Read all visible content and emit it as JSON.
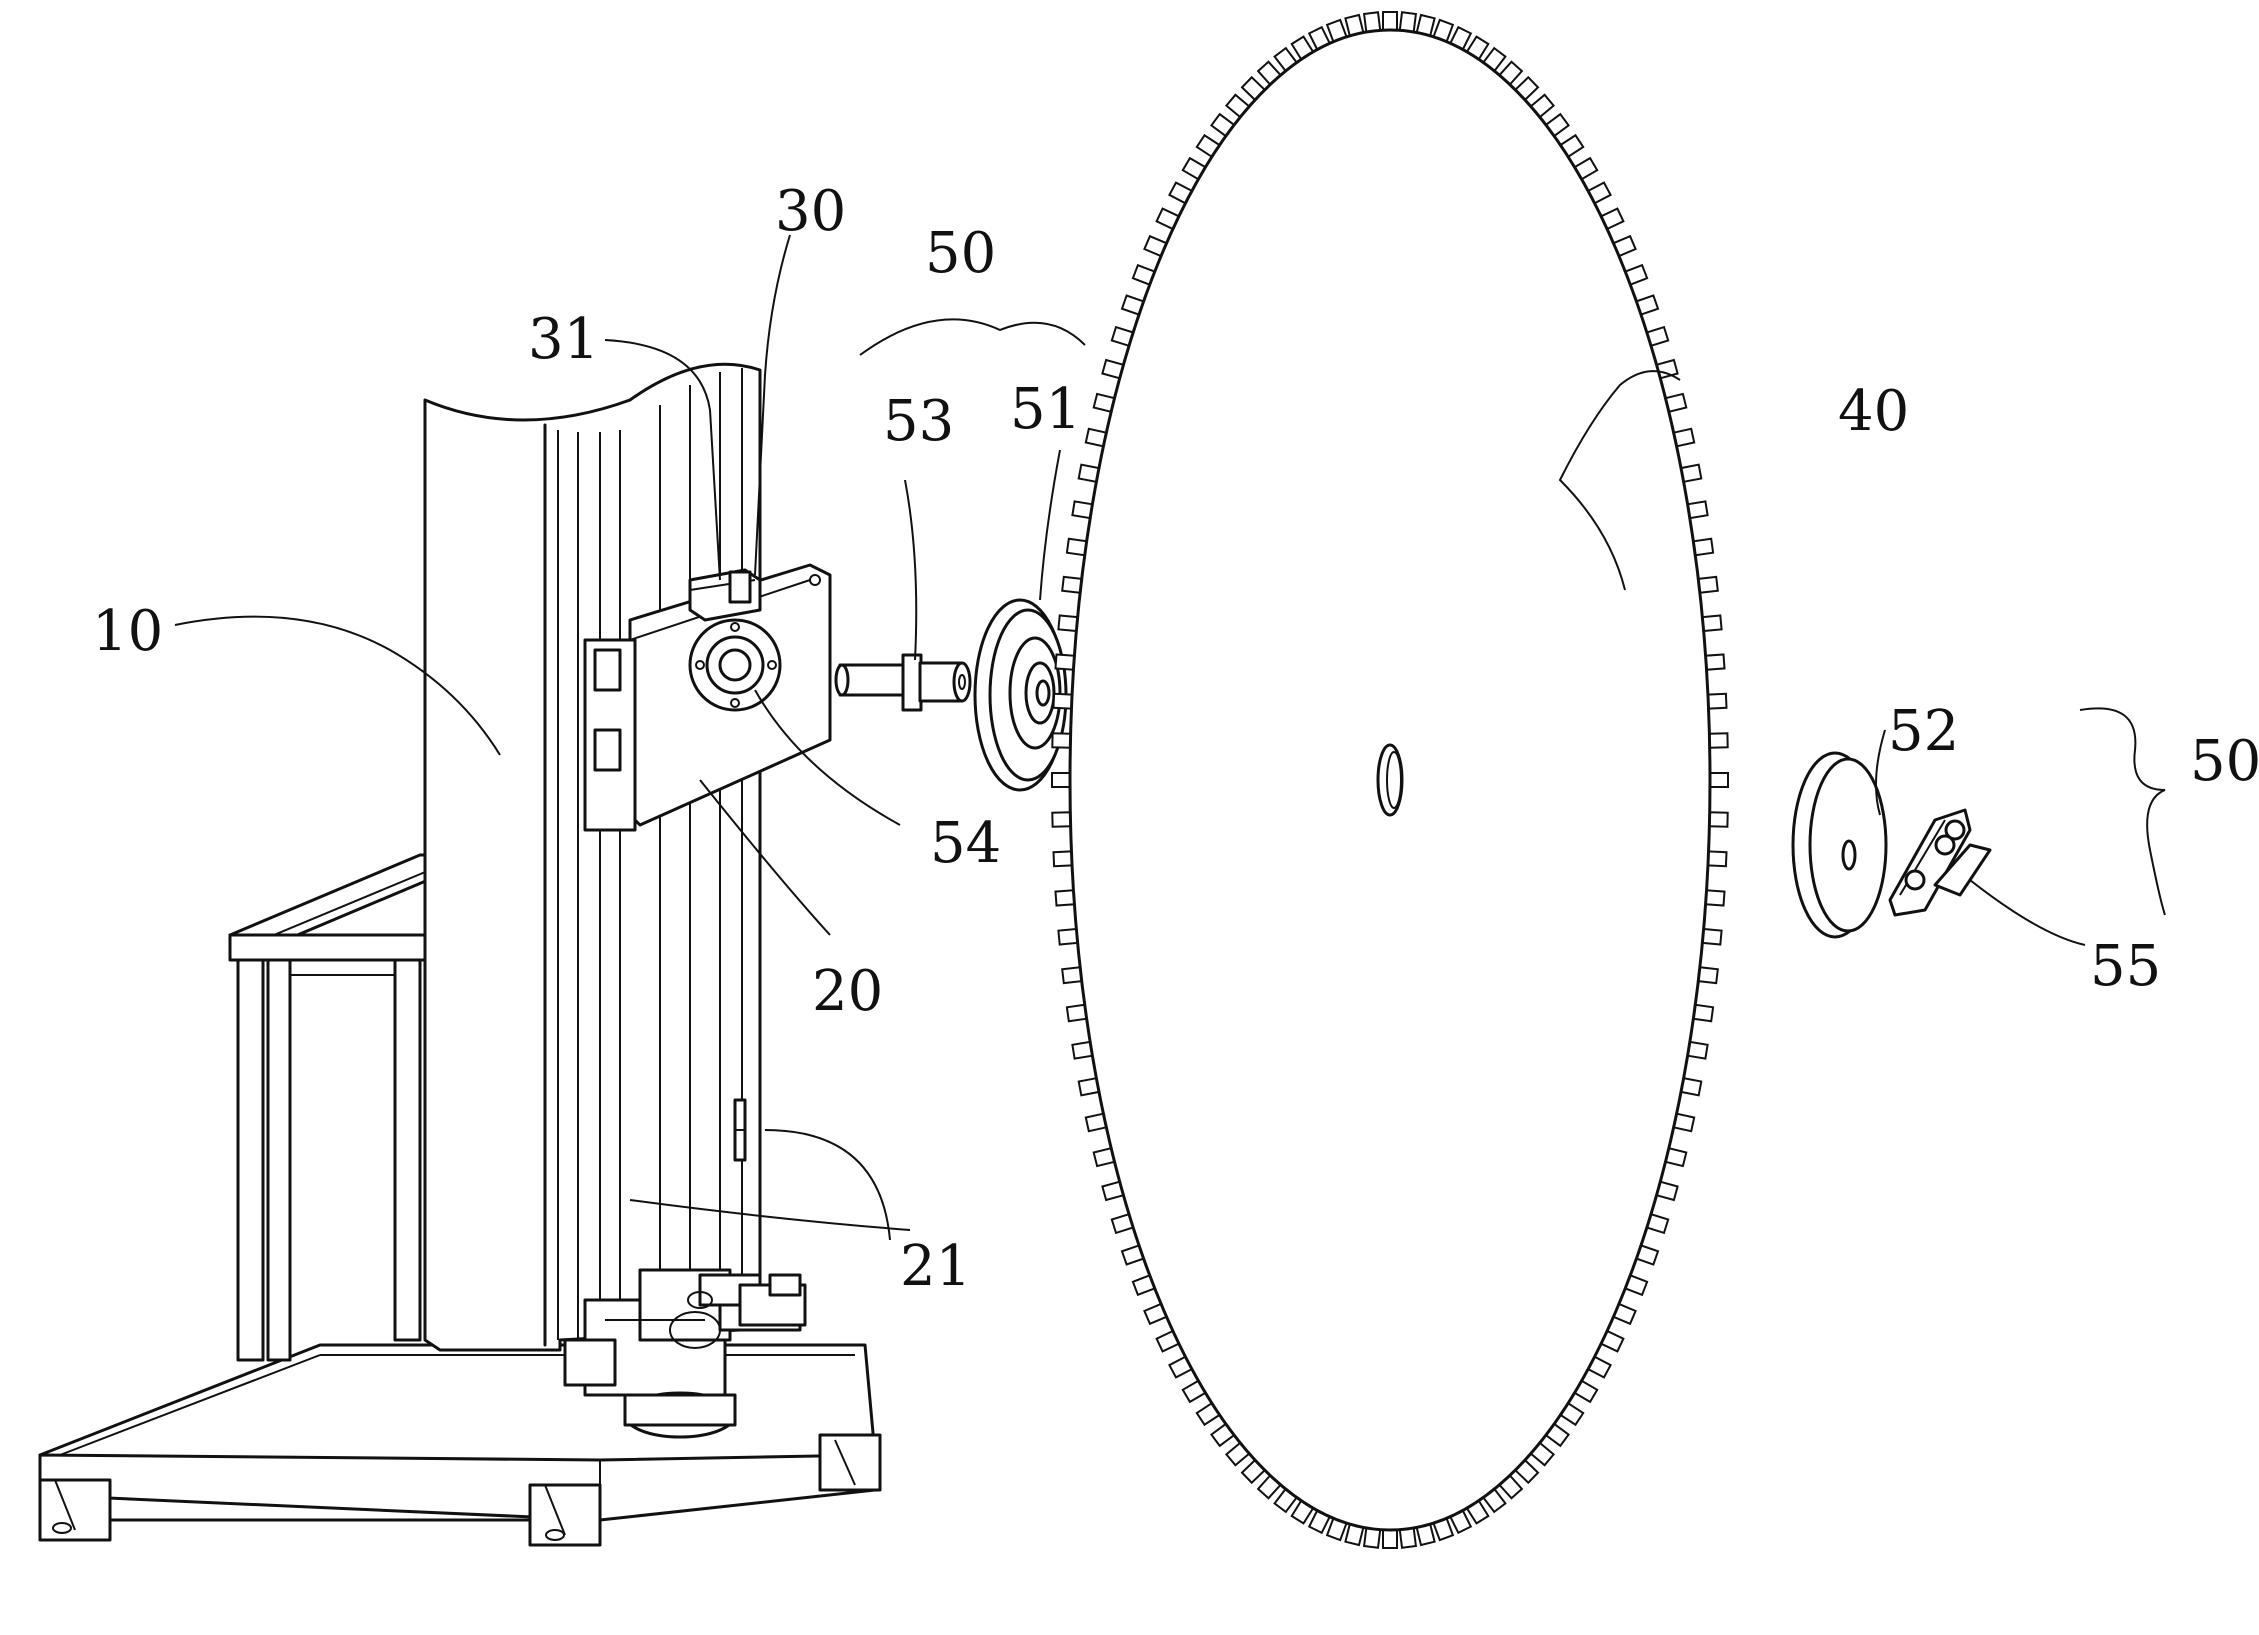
{
  "labels": {
    "l10": "10",
    "l20": "20",
    "l21": "21",
    "l30": "30",
    "l31": "31",
    "l40": "40",
    "l50a": "50",
    "l50b": "50",
    "l51": "51",
    "l52": "52",
    "l53": "53",
    "l54": "54",
    "l55": "55"
  },
  "blade": {
    "teeth": 120
  },
  "colors": {
    "line": "#111111",
    "background": "#ffffff"
  }
}
